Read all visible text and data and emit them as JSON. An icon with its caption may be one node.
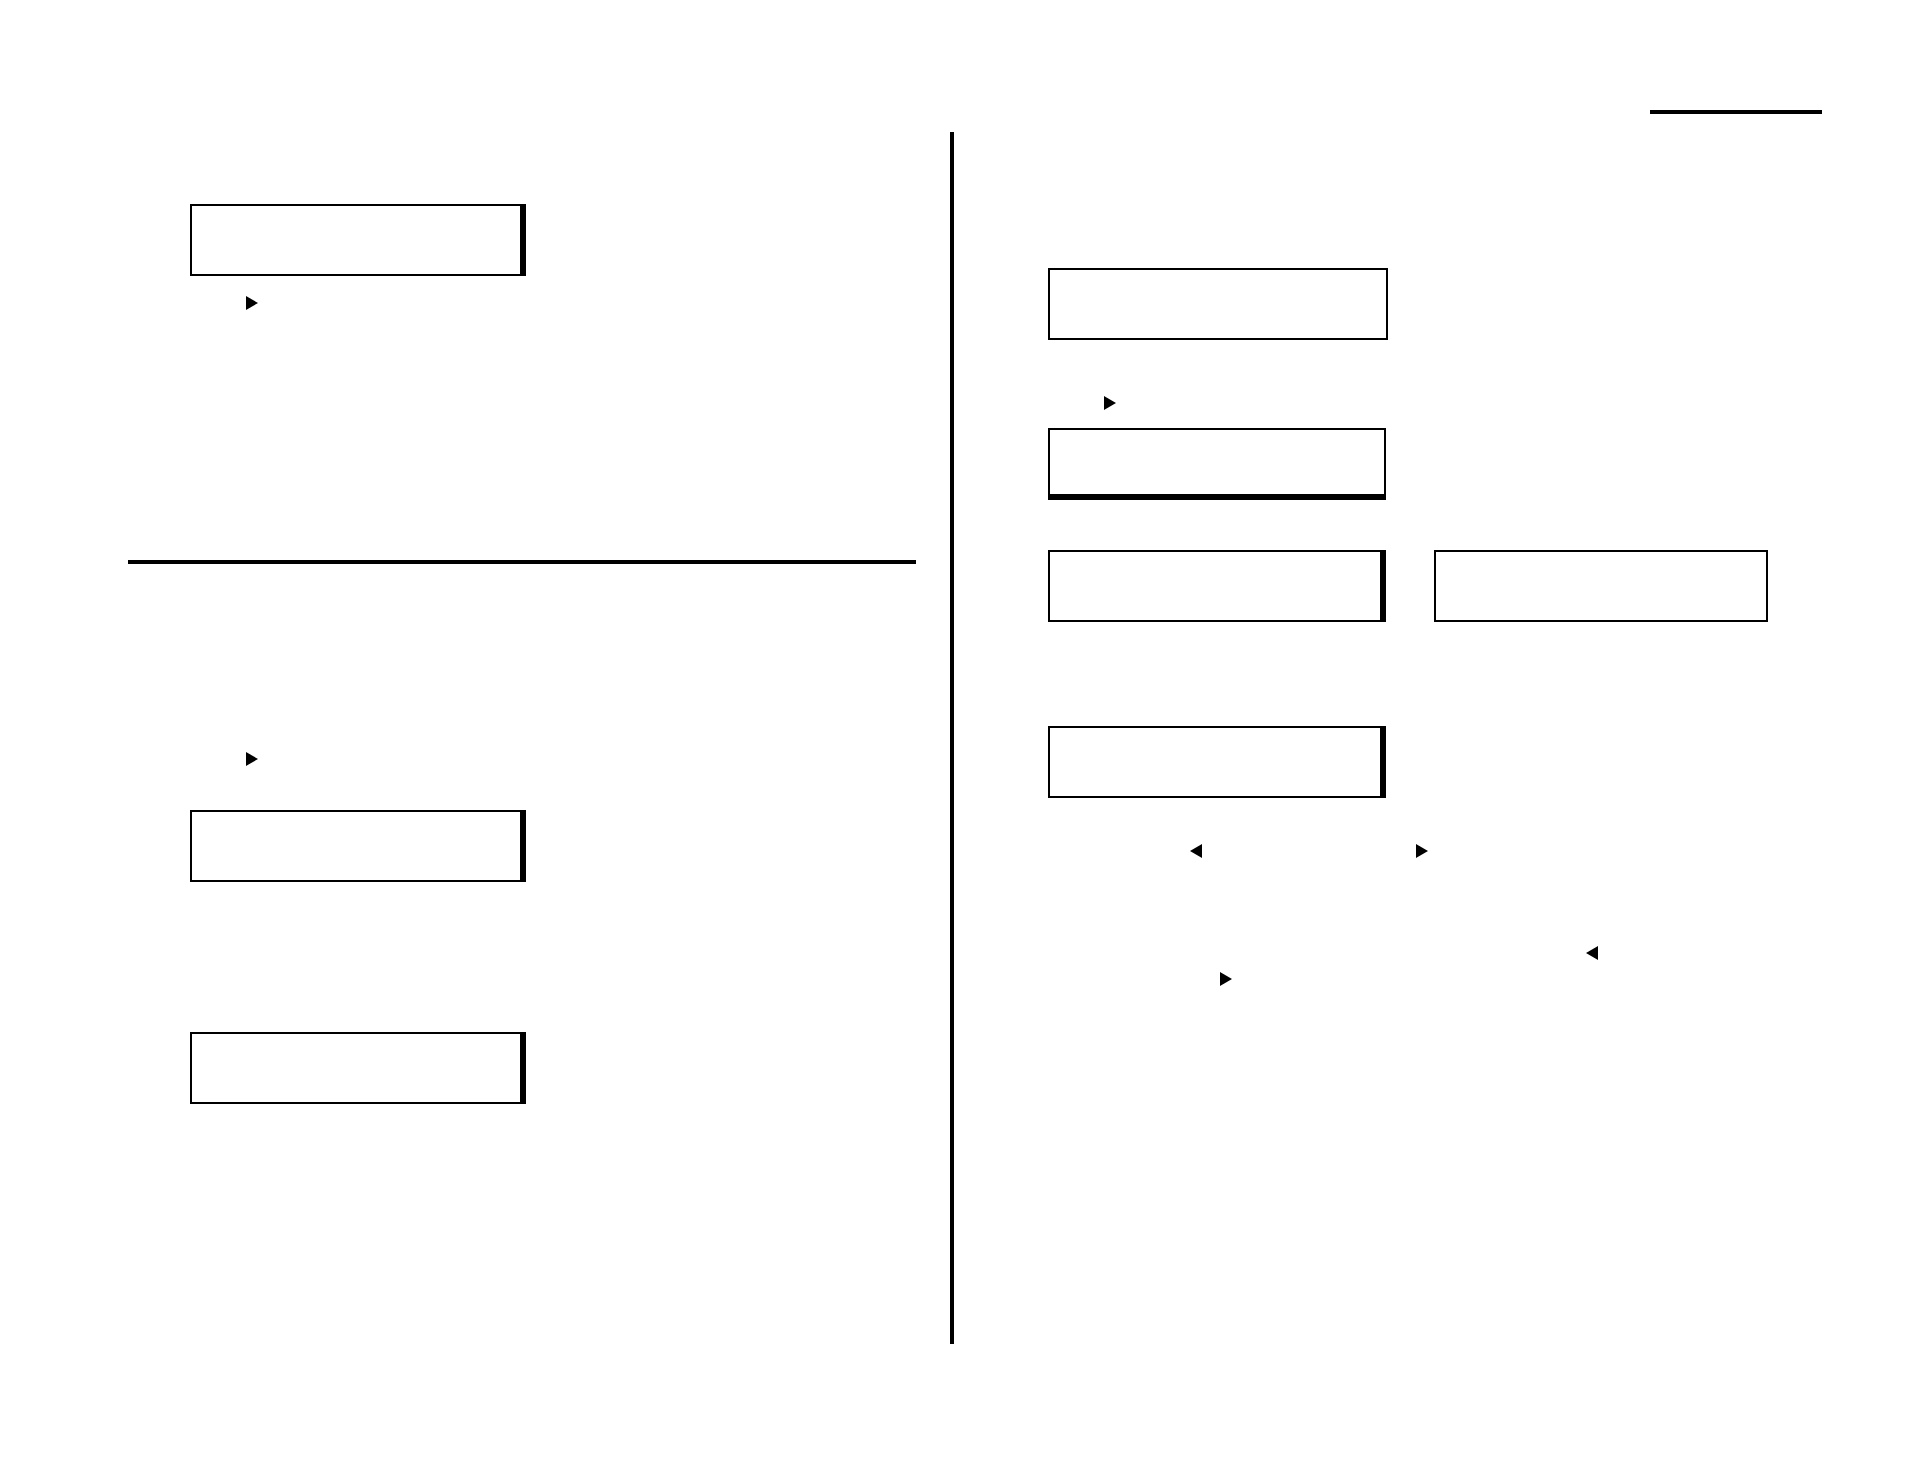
{
  "diagram": {
    "nodes": [
      {
        "text": [],
        "shape": "box"
      },
      {
        "text": [],
        "shape": "box"
      },
      {
        "text": [],
        "shape": "box"
      },
      {
        "text": [],
        "shape": "box"
      },
      {
        "text": [],
        "shape": "box"
      },
      {
        "text": [],
        "shape": "box"
      },
      {
        "text": [],
        "shape": "box"
      },
      {
        "text": [],
        "shape": "box"
      }
    ]
  }
}
